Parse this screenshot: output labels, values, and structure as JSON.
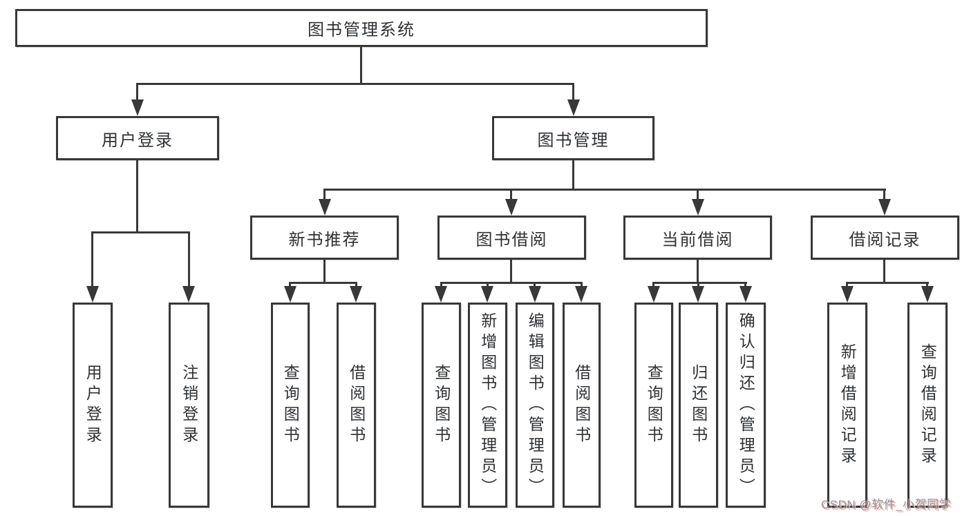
{
  "root": {
    "label": "图书管理系统"
  },
  "level1": [
    {
      "id": "user-login",
      "label": "用户登录"
    },
    {
      "id": "book-management",
      "label": "图书管理"
    }
  ],
  "level2": [
    {
      "id": "new-book-recommend",
      "label": "新书推荐",
      "parent": "图书管理"
    },
    {
      "id": "book-borrowing",
      "label": "图书借阅",
      "parent": "图书管理"
    },
    {
      "id": "current-borrowing",
      "label": "当前借阅",
      "parent": "图书管理"
    },
    {
      "id": "borrowing-records",
      "label": "借阅记录",
      "parent": "图书管理"
    }
  ],
  "leaves": [
    {
      "id": "user-login-action",
      "label": "用户登录",
      "parent": "用户登录"
    },
    {
      "id": "logout-action",
      "label": "注销登录",
      "parent": "用户登录"
    },
    {
      "id": "query-books-recommend",
      "label": "查询图书",
      "parent": "新书推荐"
    },
    {
      "id": "borrow-books-recommend",
      "label": "借阅图书",
      "parent": "新书推荐"
    },
    {
      "id": "query-books-borrowing",
      "label": "查询图书",
      "parent": "图书借阅"
    },
    {
      "id": "add-books-admin",
      "label": "新增图书（管理员）",
      "parent": "图书借阅"
    },
    {
      "id": "edit-books-admin",
      "label": "编辑图书（管理员）",
      "parent": "图书借阅"
    },
    {
      "id": "borrow-books-borrowing",
      "label": "借阅图书",
      "parent": "图书借阅"
    },
    {
      "id": "query-books-current",
      "label": "查询图书",
      "parent": "当前借阅"
    },
    {
      "id": "return-books",
      "label": "归还图书",
      "parent": "当前借阅"
    },
    {
      "id": "confirm-return-admin",
      "label": "确认归还（管理员）",
      "parent": "当前借阅"
    },
    {
      "id": "add-borrow-record",
      "label": "新增借阅记录",
      "parent": "借阅记录"
    },
    {
      "id": "query-borrow-record",
      "label": "查询借阅记录",
      "parent": "借阅记录"
    }
  ],
  "watermark": "CSDN @软件_小贺同学",
  "colors": {
    "line": "#383838",
    "text": "#2d3135",
    "background": "#ffffff",
    "watermark": "#909398",
    "watermark_shadow": "#f2b3ac"
  }
}
